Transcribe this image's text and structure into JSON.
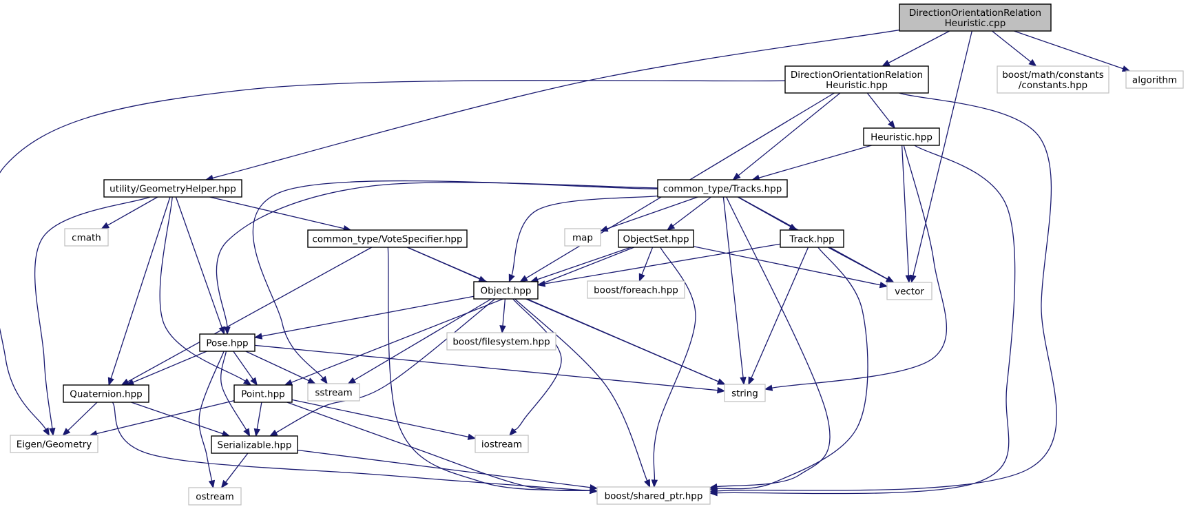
{
  "title": "",
  "colors": {
    "edge": "#191970",
    "root_fill": "#bfbfbf",
    "box_border": "#000000",
    "external_border": "#bfbfbf"
  },
  "nodes": [
    {
      "id": "root",
      "lines": [
        "DirectionOrientationRelation",
        "Heuristic.cpp"
      ],
      "kind": "root"
    },
    {
      "id": "dorh_hpp",
      "lines": [
        "DirectionOrientationRelation",
        "Heuristic.hpp"
      ],
      "kind": "file"
    },
    {
      "id": "boost_constants",
      "lines": [
        "boost/math/constants",
        "/constants.hpp"
      ],
      "kind": "external"
    },
    {
      "id": "algorithm",
      "lines": [
        "algorithm"
      ],
      "kind": "external"
    },
    {
      "id": "heuristic_hpp",
      "lines": [
        "Heuristic.hpp"
      ],
      "kind": "file"
    },
    {
      "id": "geometry_helper",
      "lines": [
        "utility/GeometryHelper.hpp"
      ],
      "kind": "file"
    },
    {
      "id": "tracks",
      "lines": [
        "common_type/Tracks.hpp"
      ],
      "kind": "file"
    },
    {
      "id": "cmath",
      "lines": [
        "cmath"
      ],
      "kind": "external"
    },
    {
      "id": "vote_specifier",
      "lines": [
        "common_type/VoteSpecifier.hpp"
      ],
      "kind": "file"
    },
    {
      "id": "map",
      "lines": [
        "map"
      ],
      "kind": "external"
    },
    {
      "id": "objectset",
      "lines": [
        "ObjectSet.hpp"
      ],
      "kind": "file"
    },
    {
      "id": "track",
      "lines": [
        "Track.hpp"
      ],
      "kind": "file"
    },
    {
      "id": "object",
      "lines": [
        "Object.hpp"
      ],
      "kind": "file"
    },
    {
      "id": "boost_foreach",
      "lines": [
        "boost/foreach.hpp"
      ],
      "kind": "external"
    },
    {
      "id": "vector",
      "lines": [
        "vector"
      ],
      "kind": "external"
    },
    {
      "id": "pose",
      "lines": [
        "Pose.hpp"
      ],
      "kind": "file"
    },
    {
      "id": "boost_filesystem",
      "lines": [
        "boost/filesystem.hpp"
      ],
      "kind": "external"
    },
    {
      "id": "quaternion",
      "lines": [
        "Quaternion.hpp"
      ],
      "kind": "file"
    },
    {
      "id": "point",
      "lines": [
        "Point.hpp"
      ],
      "kind": "file"
    },
    {
      "id": "sstream",
      "lines": [
        "sstream"
      ],
      "kind": "external"
    },
    {
      "id": "string",
      "lines": [
        "string"
      ],
      "kind": "external"
    },
    {
      "id": "eigen_geometry",
      "lines": [
        "Eigen/Geometry"
      ],
      "kind": "external"
    },
    {
      "id": "serializable",
      "lines": [
        "Serializable.hpp"
      ],
      "kind": "file"
    },
    {
      "id": "iostream",
      "lines": [
        "iostream"
      ],
      "kind": "external"
    },
    {
      "id": "ostream",
      "lines": [
        "ostream"
      ],
      "kind": "external"
    },
    {
      "id": "boost_shared_ptr",
      "lines": [
        "boost/shared_ptr.hpp"
      ],
      "kind": "external"
    }
  ],
  "edges": [
    [
      "root",
      "dorh_hpp"
    ],
    [
      "root",
      "geometry_helper"
    ],
    [
      "root",
      "vector"
    ],
    [
      "root",
      "boost_constants"
    ],
    [
      "root",
      "algorithm"
    ],
    [
      "dorh_hpp",
      "eigen_geometry"
    ],
    [
      "dorh_hpp",
      "object"
    ],
    [
      "dorh_hpp",
      "tracks"
    ],
    [
      "dorh_hpp",
      "heuristic_hpp"
    ],
    [
      "dorh_hpp",
      "boost_shared_ptr"
    ],
    [
      "heuristic_hpp",
      "tracks"
    ],
    [
      "heuristic_hpp",
      "vector"
    ],
    [
      "heuristic_hpp",
      "string"
    ],
    [
      "heuristic_hpp",
      "boost_shared_ptr"
    ],
    [
      "geometry_helper",
      "eigen_geometry"
    ],
    [
      "geometry_helper",
      "cmath"
    ],
    [
      "geometry_helper",
      "vote_specifier"
    ],
    [
      "geometry_helper",
      "quaternion"
    ],
    [
      "geometry_helper",
      "pose"
    ],
    [
      "geometry_helper",
      "point"
    ],
    [
      "tracks",
      "pose"
    ],
    [
      "tracks",
      "sstream"
    ],
    [
      "tracks",
      "object"
    ],
    [
      "tracks",
      "map"
    ],
    [
      "tracks",
      "objectset"
    ],
    [
      "tracks",
      "string"
    ],
    [
      "tracks",
      "boost_shared_ptr"
    ],
    [
      "tracks",
      "track"
    ],
    [
      "tracks",
      "vector"
    ],
    [
      "vote_specifier",
      "quaternion"
    ],
    [
      "vote_specifier",
      "boost_shared_ptr"
    ],
    [
      "vote_specifier",
      "object"
    ],
    [
      "vote_specifier",
      "string"
    ],
    [
      "objectset",
      "object"
    ],
    [
      "objectset",
      "point"
    ],
    [
      "objectset",
      "boost_foreach"
    ],
    [
      "objectset",
      "boost_shared_ptr"
    ],
    [
      "objectset",
      "vector"
    ],
    [
      "track",
      "object"
    ],
    [
      "track",
      "string"
    ],
    [
      "track",
      "boost_shared_ptr"
    ],
    [
      "track",
      "vector"
    ],
    [
      "object",
      "pose"
    ],
    [
      "object",
      "boost_filesystem"
    ],
    [
      "object",
      "sstream"
    ],
    [
      "object",
      "serializable"
    ],
    [
      "object",
      "iostream"
    ],
    [
      "object",
      "boost_shared_ptr"
    ],
    [
      "object",
      "string"
    ],
    [
      "pose",
      "quaternion"
    ],
    [
      "pose",
      "point"
    ],
    [
      "pose",
      "sstream"
    ],
    [
      "pose",
      "string"
    ],
    [
      "pose",
      "serializable"
    ],
    [
      "pose",
      "ostream"
    ],
    [
      "quaternion",
      "eigen_geometry"
    ],
    [
      "quaternion",
      "serializable"
    ],
    [
      "quaternion",
      "boost_shared_ptr"
    ],
    [
      "point",
      "eigen_geometry"
    ],
    [
      "point",
      "serializable"
    ],
    [
      "point",
      "iostream"
    ],
    [
      "point",
      "boost_shared_ptr"
    ],
    [
      "serializable",
      "ostream"
    ],
    [
      "serializable",
      "boost_shared_ptr"
    ]
  ]
}
